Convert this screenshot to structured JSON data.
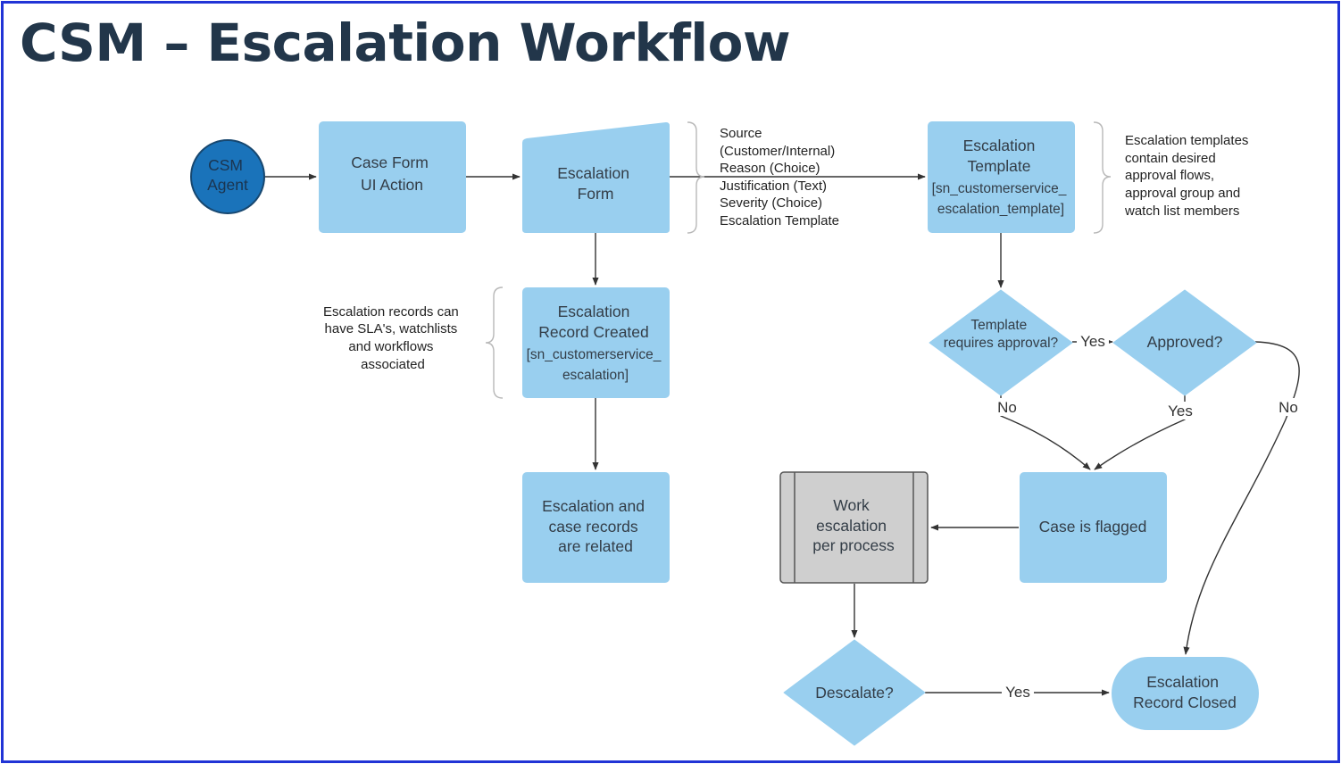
{
  "title": "CSM – Escalation Workflow",
  "colors": {
    "border": "#2134d6",
    "title": "#22364a",
    "box_fill": "#99cfef",
    "agent_fill": "#1a73ba",
    "agent_stroke": "#17476f",
    "process_fill": "#cfcfcf",
    "line": "#333333"
  },
  "nodes": {
    "csm_agent": [
      "CSM",
      "Agent"
    ],
    "case_form": [
      "Case Form",
      "UI Action"
    ],
    "escalation_form": [
      "Escalation",
      "Form"
    ],
    "escalation_template": [
      "Escalation",
      "Template",
      "[sn_customerservice_",
      "escalation_template]"
    ],
    "record_created": [
      "Escalation",
      "Record Created",
      "[sn_customerservice_",
      "escalation]"
    ],
    "related": [
      "Escalation and",
      "case records",
      "are related"
    ],
    "requires_approval": [
      "Template",
      "requires approval?"
    ],
    "approved": [
      "Approved?"
    ],
    "case_flagged": [
      "Case is flagged"
    ],
    "work_process": [
      "Work",
      "escalation",
      "per process"
    ],
    "descalate": [
      "Descalate?"
    ],
    "record_closed": [
      "Escalation",
      "Record Closed"
    ]
  },
  "notes": {
    "form_fields": [
      "Source",
      "(Customer/Internal)",
      "Reason (Choice)",
      "Justification (Text)",
      "Severity (Choice)",
      "Escalation Template"
    ],
    "templates": [
      "Escalation templates",
      "contain desired",
      "approval flows,",
      "approval group and",
      "watch list members"
    ],
    "records": [
      "Escalation records can",
      "have SLA's, watchlists",
      "and workflows",
      "associated"
    ]
  },
  "edge_labels": {
    "approval_yes": "Yes",
    "approval_no": "No",
    "approved_yes": "Yes",
    "approved_no": "No",
    "descalate_yes": "Yes"
  }
}
